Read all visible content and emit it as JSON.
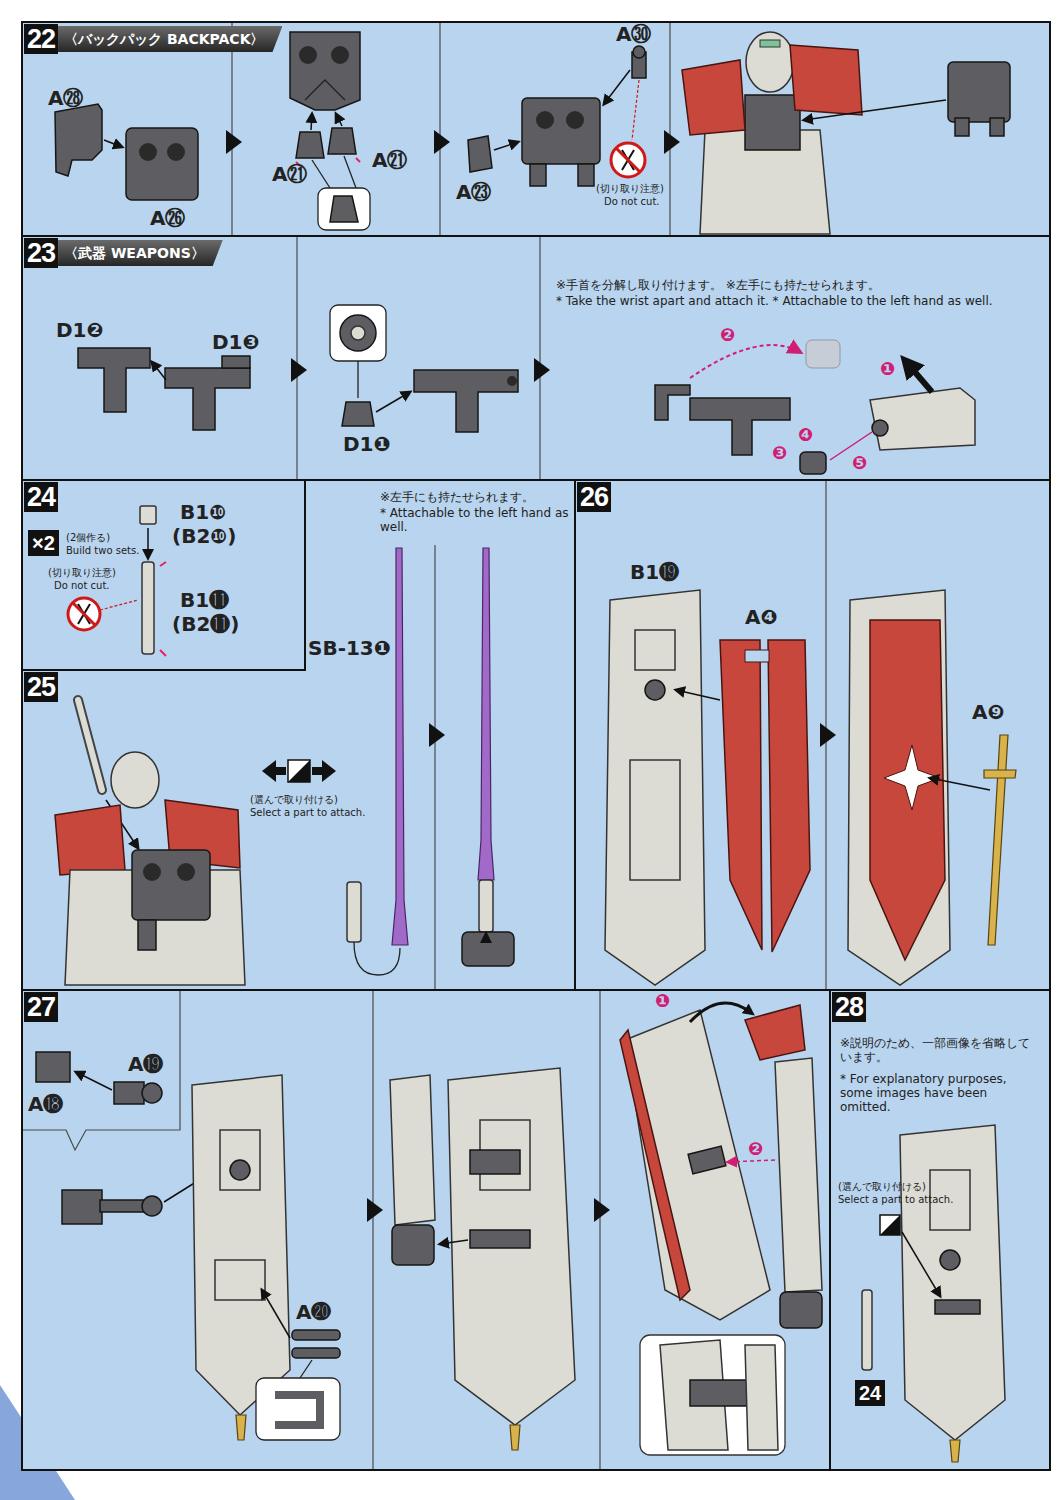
{
  "diagram": {
    "nodes": [
      {
        "text": [
          "22",
          "〈バックパック BACKPACK〉"
        ]
      },
      {
        "text": [
          "23",
          "〈武器 WEAPONS〉"
        ]
      },
      {
        "text": [
          "24"
        ]
      },
      {
        "text": [
          "25"
        ]
      },
      {
        "text": [
          "26"
        ]
      },
      {
        "text": [
          "27"
        ]
      },
      {
        "text": [
          "28"
        ]
      }
    ],
    "labels": [
      "A㉘",
      "A㉖",
      "A㉑",
      "A㉑",
      "A㉓",
      "A㉚",
      "(切り取り注意)",
      "Do not cut.",
      "D1❷",
      "D1❸",
      "D1❶",
      "※手首を分解し取り付けます。 ※左手にも持たせられます。",
      "* Take the wrist apart and attach it. * Attachable to the left hand as well.",
      "❶",
      "❷",
      "❸",
      "❹",
      "❺",
      "×2",
      "(2個作る)",
      "Build two sets.",
      "(切り取り注意)",
      "Do not cut.",
      "B1❿",
      "(B2❿)",
      "B1⓫",
      "(B2⓫)",
      "※左手にも持たせられます。",
      "* Attachable to the left hand as well.",
      "SB-13❶",
      "(選んで取り付ける)",
      "Select a part to attach.",
      "B1⓳",
      "A❹",
      "A❾",
      "A⓲",
      "A⓳",
      "A⓴",
      "❶",
      "❷",
      "※説明のため、一部画像を省略しています。",
      "* For explanatory purposes, some images have been omitted.",
      "(選んで取り付ける)",
      "Select a part to attach.",
      "24"
    ]
  }
}
